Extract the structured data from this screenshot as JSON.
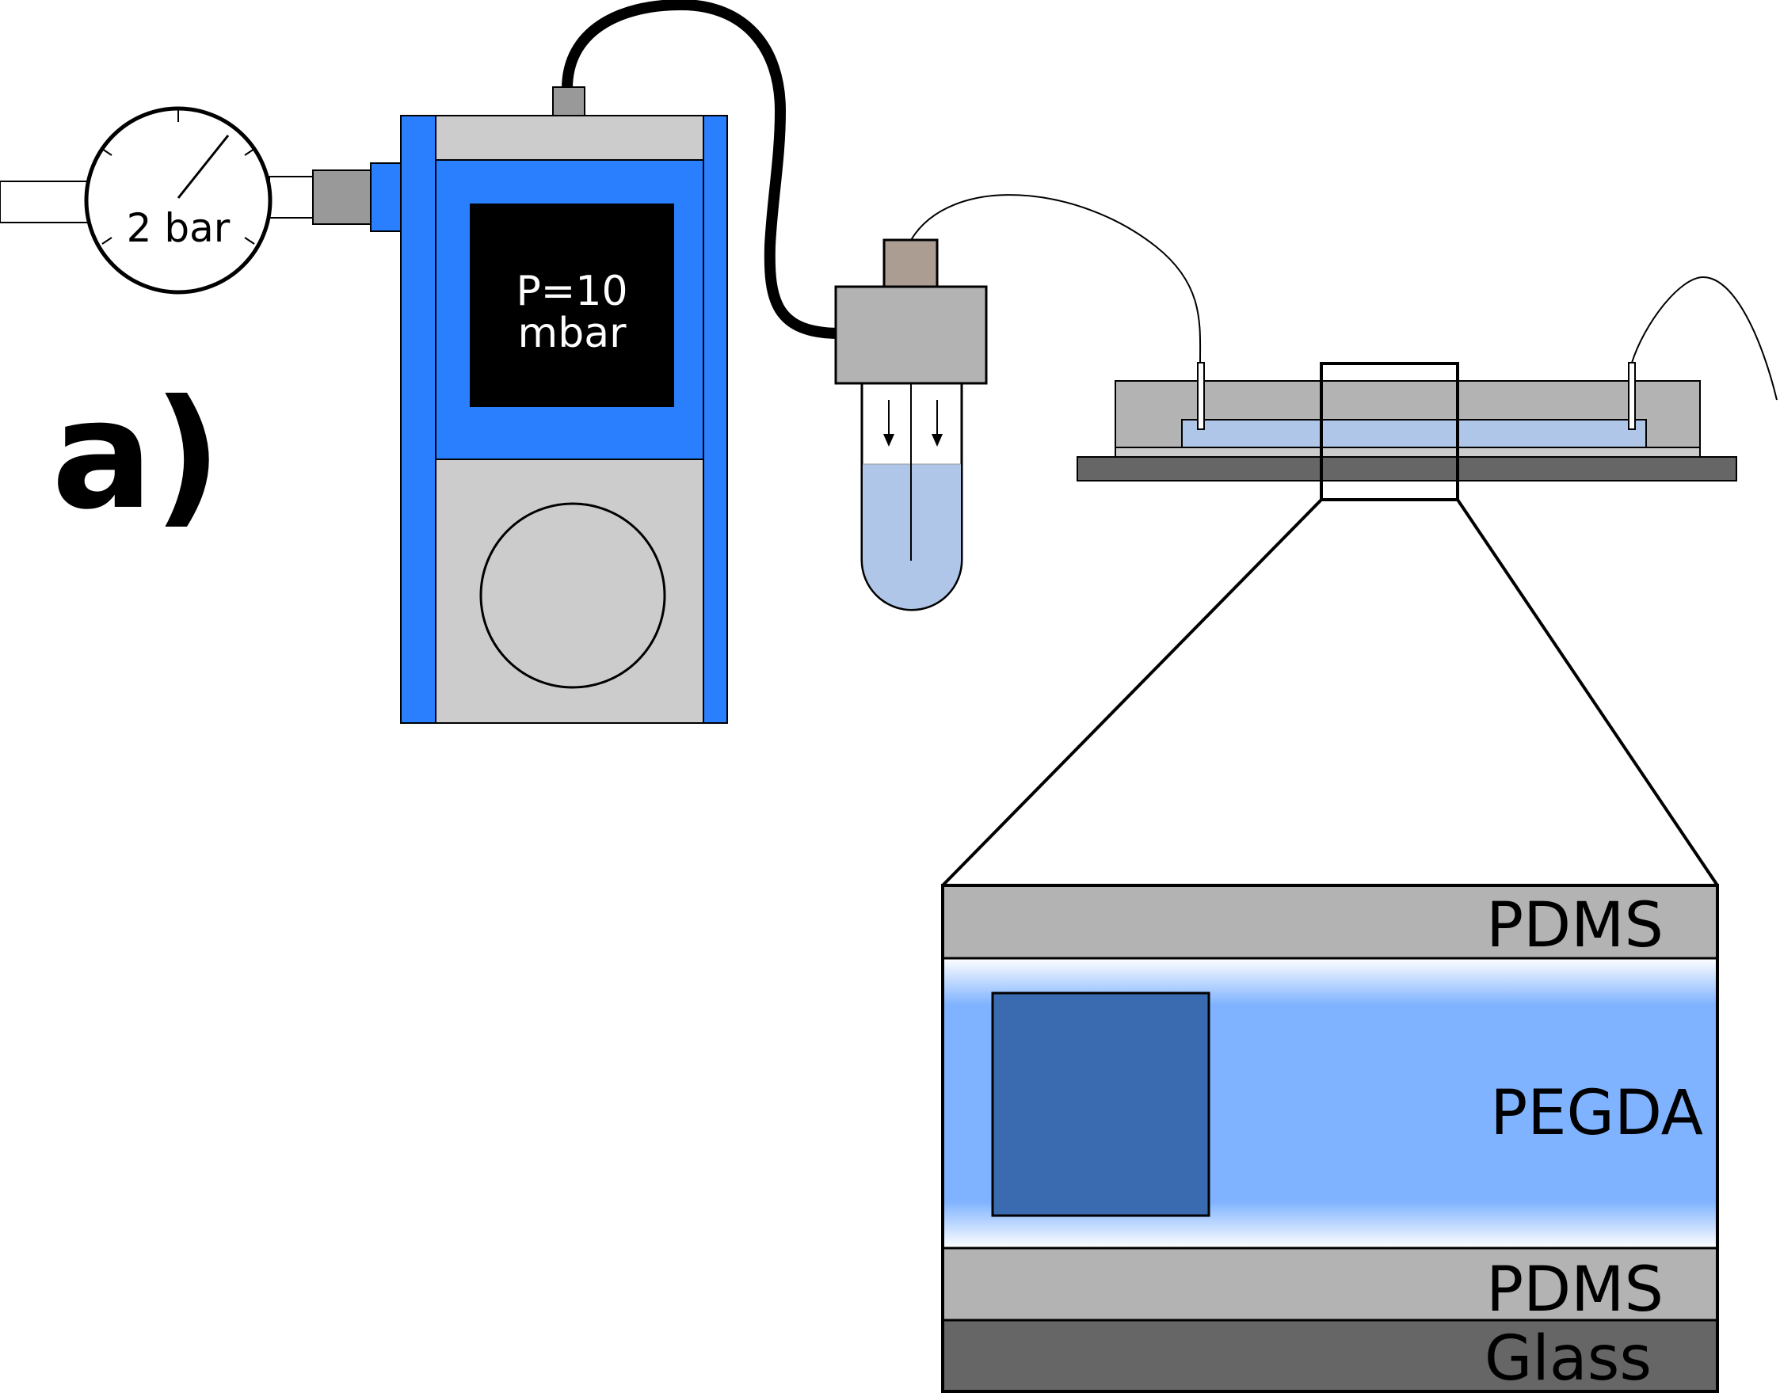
{
  "panel_label": "a)",
  "gauge": {
    "label": "2 bar"
  },
  "controller": {
    "line1": "P=10",
    "line2": "mbar"
  },
  "layers": {
    "top_pdms": "PDMS",
    "pegda": "PEGDA",
    "bottom_pdms": "PDMS",
    "glass": "Glass"
  },
  "colors": {
    "controller_blue": "#2a7fff",
    "light_gray": "#cccccc",
    "mid_gray": "#b3b3b3",
    "dark_gray": "#666666",
    "liquid_blue": "#afc6e9",
    "pegda_blue": "#80b3ff",
    "particle_blue": "#3a6bb0"
  }
}
